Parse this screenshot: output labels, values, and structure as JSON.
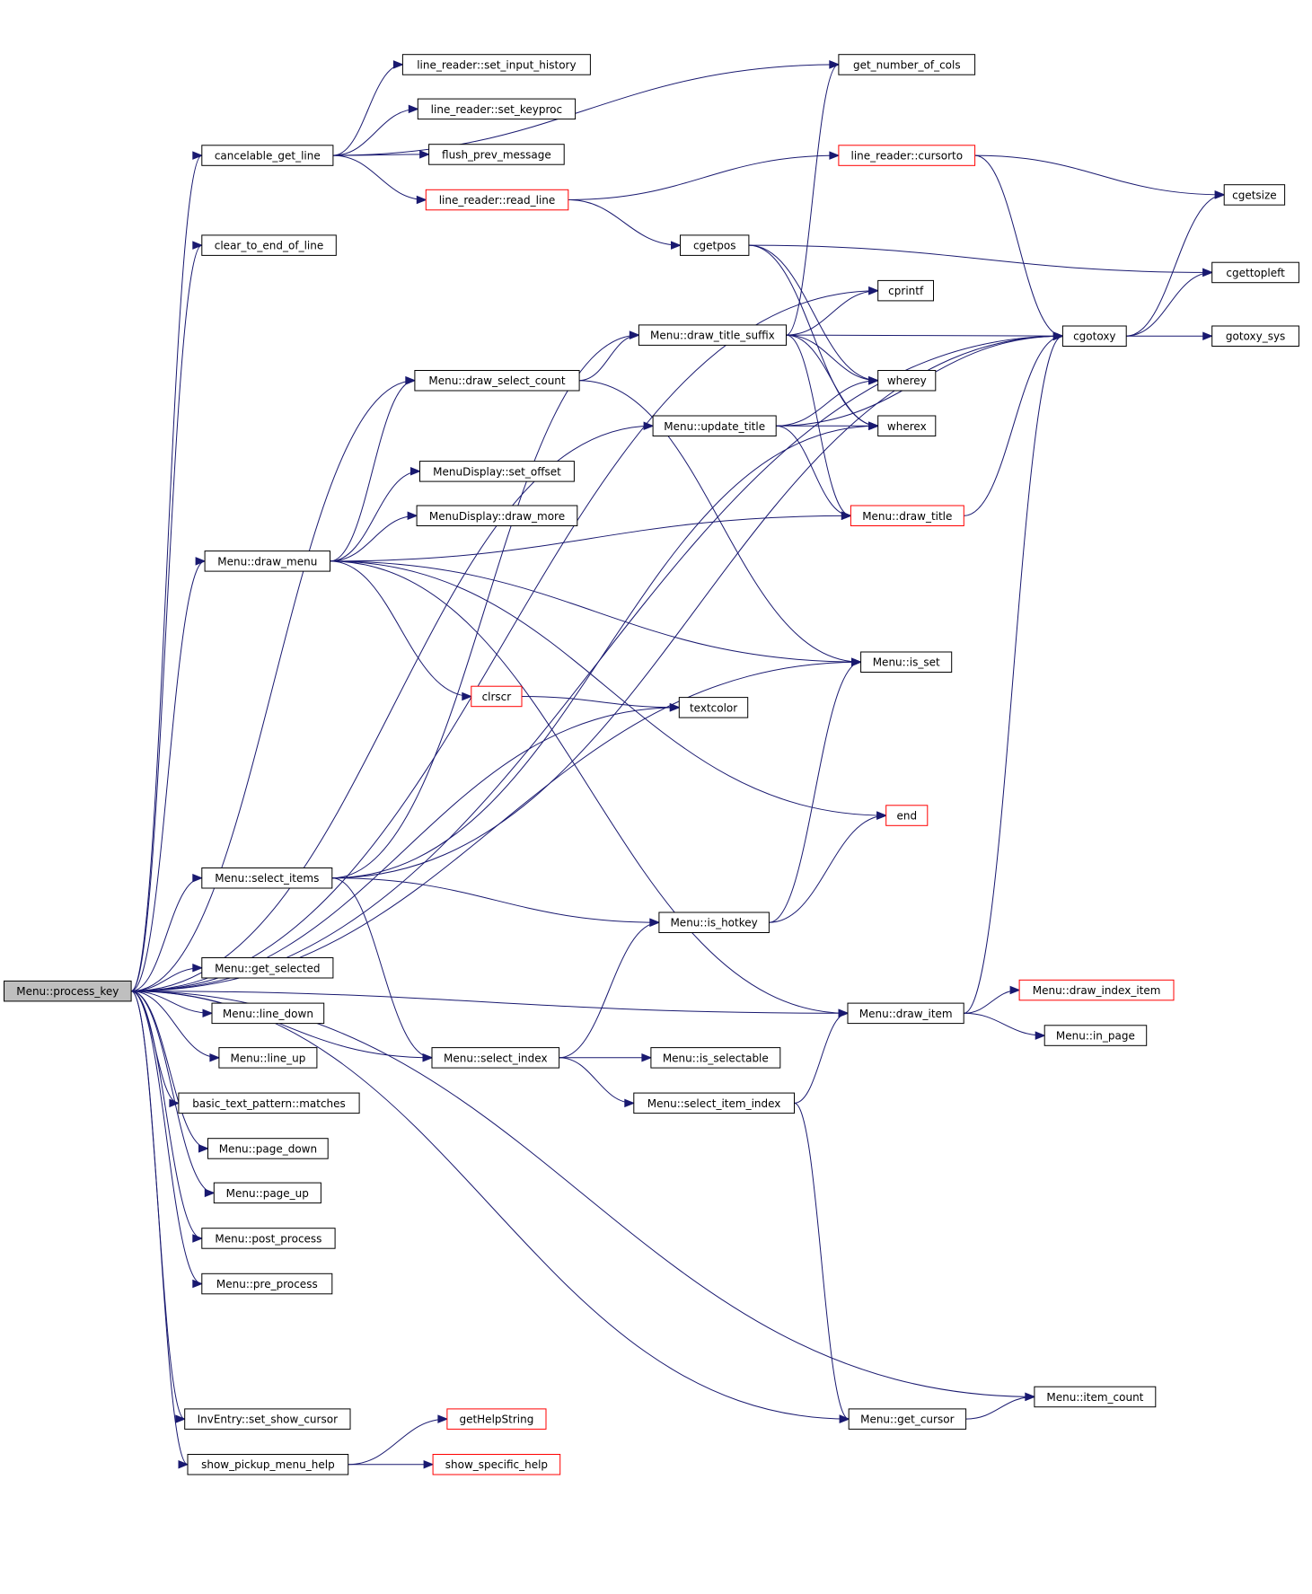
{
  "colors": {
    "edge": "#191970",
    "node_border": "#000000",
    "truncated_border": "#ff0000",
    "root_fill": "#bfbfbf"
  },
  "nodes": {
    "process_key": "Menu::process_key",
    "cancelable_get_line": "cancelable_get_line",
    "clear_to_end_of_line": "clear_to_end_of_line",
    "select_items": "Menu::select_items",
    "draw_menu": "Menu::draw_menu",
    "draw_select_count": "Menu::draw_select_count",
    "get_selected": "Menu::get_selected",
    "line_down": "Menu::line_down",
    "line_up": "Menu::line_up",
    "matches": "basic_text_pattern::matches",
    "page_down": "Menu::page_down",
    "page_up": "Menu::page_up",
    "post_process": "Menu::post_process",
    "pre_process": "Menu::pre_process",
    "set_show_cursor": "InvEntry::set_show_cursor",
    "show_pickup_menu_help": "show_pickup_menu_help",
    "set_input_history": "line_reader::set_input_history",
    "set_keyproc": "line_reader::set_keyproc",
    "flush_prev_message": "flush_prev_message",
    "read_line": "line_reader::read_line",
    "set_offset": "MenuDisplay::set_offset",
    "draw_more": "MenuDisplay::draw_more",
    "clrscr": "clrscr",
    "select_index": "Menu::select_index",
    "getHelpString": "getHelpString",
    "show_specific_help": "show_specific_help",
    "draw_title_suffix": "Menu::draw_title_suffix",
    "update_title": "Menu::update_title",
    "cgetpos": "cgetpos",
    "textcolor": "textcolor",
    "is_hotkey": "Menu::is_hotkey",
    "is_selectable": "Menu::is_selectable",
    "select_item_index": "Menu::select_item_index",
    "get_number_of_cols": "get_number_of_cols",
    "cursorto": "line_reader::cursorto",
    "cprintf": "cprintf",
    "wherey": "wherey",
    "wherex": "wherex",
    "draw_title": "Menu::draw_title",
    "is_set": "Menu::is_set",
    "end": "end",
    "draw_item": "Menu::draw_item",
    "get_cursor": "Menu::get_cursor",
    "cgotoxy": "cgotoxy",
    "draw_index_item": "Menu::draw_index_item",
    "in_page": "Menu::in_page",
    "item_count": "Menu::item_count",
    "cgetsize": "cgetsize",
    "cgettopleft": "cgettopleft",
    "gotoxy_sys": "gotoxy_sys"
  }
}
